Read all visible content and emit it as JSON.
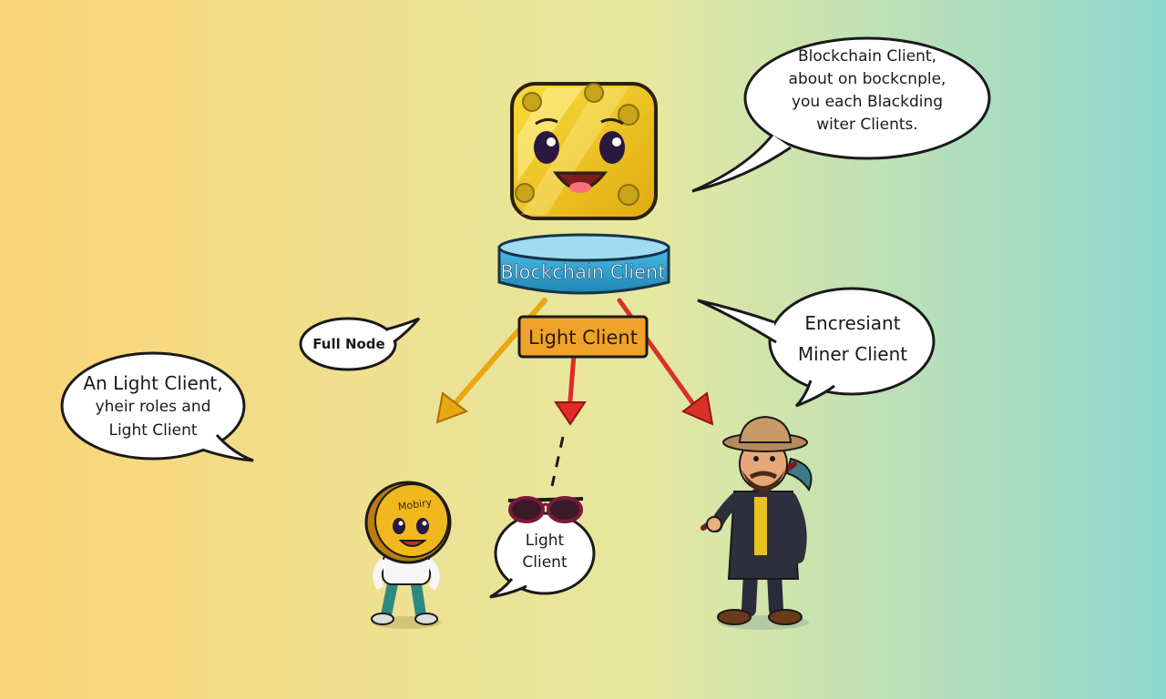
{
  "colors": {
    "bg_left": "#fbd477",
    "bg_mid": "#e6e8a0",
    "bg_right": "#8fd8cf",
    "block": "#f2c81c",
    "drum": "#2ea3d1",
    "light_client_box": "#f0a32a",
    "arrow_left": "#e9a713",
    "arrow_center": "#e02a25",
    "arrow_right": "#d9312a"
  },
  "labels": {
    "drum": "Blockchain Client",
    "light_client_box": "Light Client",
    "coin_badge": "Mobiry"
  },
  "bubbles": {
    "top_right": [
      "Blockchain Client,",
      "about on bockcnple,",
      "you each Blackding",
      "witer Clients."
    ],
    "full_node": "Full Node",
    "left": [
      "An Light Client,",
      "yheir roles and",
      "Light Client"
    ],
    "right": [
      "Encresiant",
      "Miner Client"
    ],
    "center_bottom": [
      "Light",
      "Client"
    ]
  },
  "icons": {
    "block": "smiling-block-icon",
    "coin": "coin-character-icon",
    "sunglasses": "sunglasses-icon",
    "miner": "miner-character-icon"
  }
}
